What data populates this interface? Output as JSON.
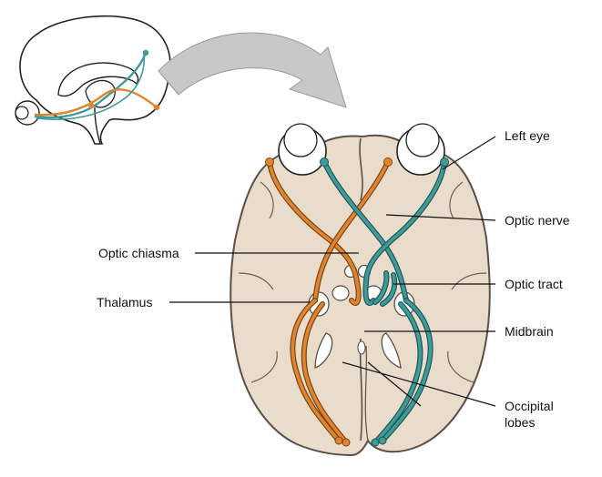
{
  "diagram": {
    "title": "",
    "labels": {
      "left_eye": "Left eye",
      "optic_nerve": "Optic nerve",
      "optic_chiasma": "Optic chiasma",
      "optic_tract": "Optic tract",
      "thalamus": "Thalamus",
      "midbrain": "Midbrain",
      "occipital_line1": "Occipital",
      "occipital_line2": "lobes"
    },
    "colors": {
      "brain_fill": "#e9dccb",
      "brain_stroke": "#5a5047",
      "right_path": "#e0852f",
      "left_path": "#3f9a9a",
      "arrow": "#c8c8c8",
      "leader": "#111111"
    },
    "icons": {
      "sagittal": "sagittal-brain-icon",
      "arrow": "curved-arrow-icon"
    }
  }
}
